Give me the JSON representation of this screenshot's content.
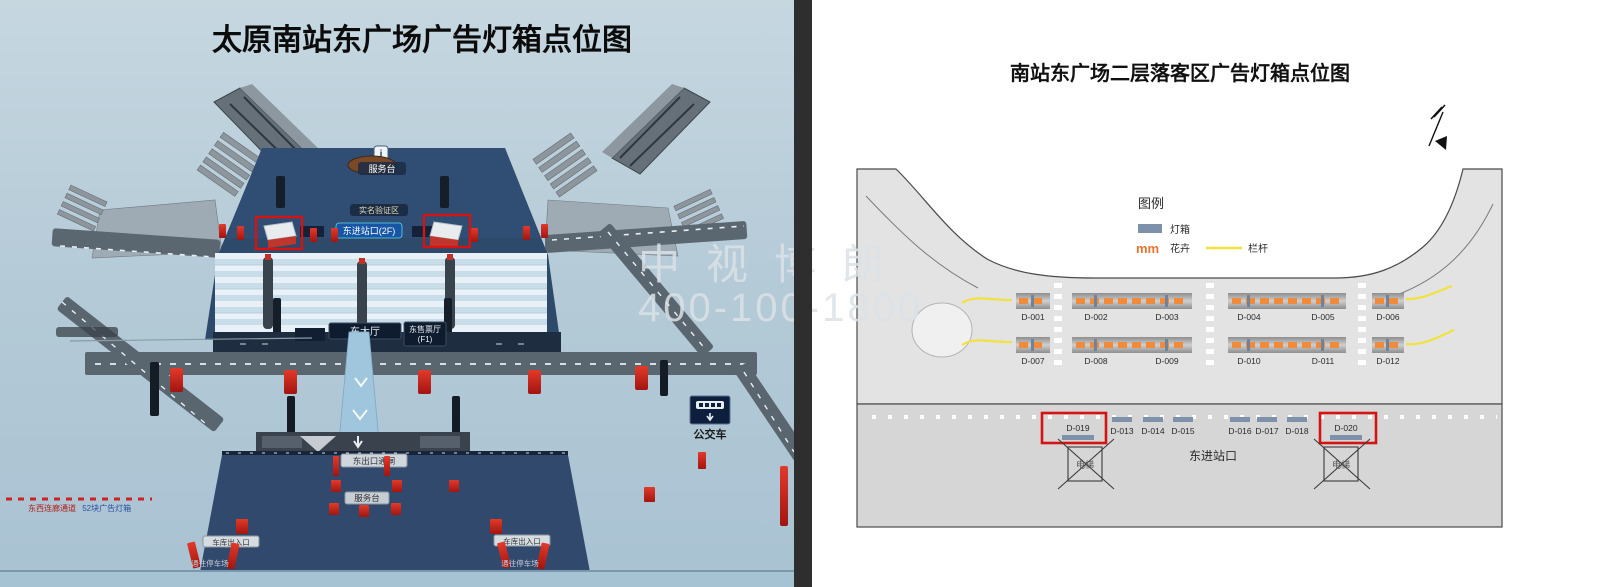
{
  "left_panel": {
    "title": "太原南站东广场广告灯箱点位图",
    "labels": {
      "service_desk_top": "服务台",
      "realname_area": "实名验证区",
      "east_entrance_2f": "东进站口(2F)",
      "east_hall": "东大厅",
      "east_ticket_hall": "东售票厅",
      "east_ticket_hall_floor": "(F1)",
      "east_exit_gate": "东出口通闸",
      "service_desk_plaza": "服务台",
      "bus": "公交车",
      "garage_left": "车库出入口",
      "garage_right": "车库出入口",
      "to_parking_left": "通往停车场",
      "to_parking_right": "通往停车场",
      "caption_red": "东西连廊通道",
      "caption_blue": "52块广告灯箱"
    }
  },
  "right_panel": {
    "title": "南站东广场二层落客区广告灯箱点位图",
    "legend": {
      "title": "图例",
      "lightbox": "灯箱",
      "flower_swatch": "mm",
      "flower": "花卉",
      "railing": "栏杆"
    },
    "entrance_label": "东进站口",
    "elevator_left": "电梯",
    "elevator_right": "电梯",
    "upper_row1": [
      "D-001",
      "D-002",
      "D-003",
      "D-004",
      "D-005",
      "D-006"
    ],
    "upper_row2": [
      "D-007",
      "D-008",
      "D-009",
      "D-010",
      "D-011",
      "D-012"
    ],
    "lower_row": [
      "D-013",
      "D-014",
      "D-015",
      "D-016",
      "D-017",
      "D-018"
    ],
    "highlighted": [
      "D-019",
      "D-020"
    ]
  },
  "watermark": {
    "line1": "中视博朗",
    "line2": "400-100-1800"
  },
  "colors": {
    "lightbox_marker": "#7d92aa",
    "flower": "#ef8b3a",
    "railing": "#f2e23d",
    "highlight_red": "#d61313",
    "marker_red": "#d42a20",
    "deck_navy": "#2e4a6b"
  }
}
